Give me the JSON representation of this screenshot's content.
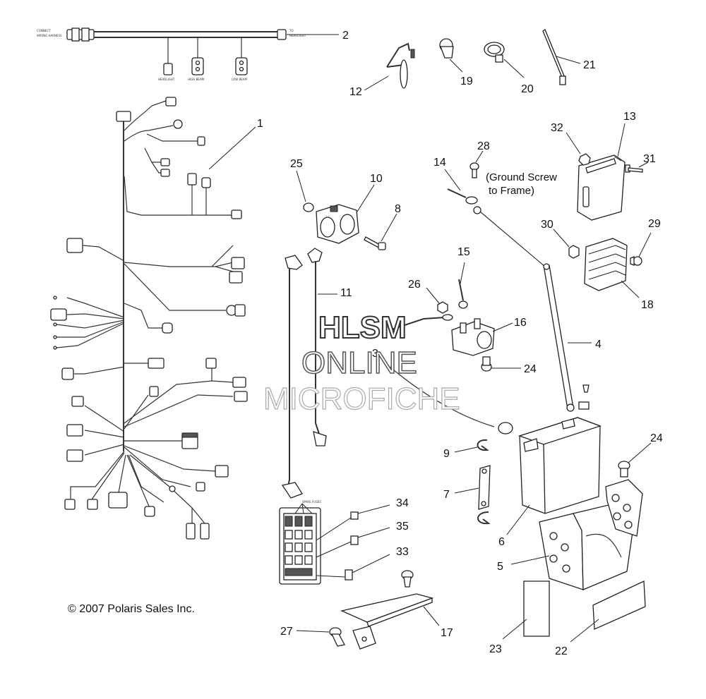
{
  "labels": {
    "p1": "1",
    "p2": "2",
    "p3": "3",
    "p4": "4",
    "p5": "5",
    "p6": "6",
    "p7": "7",
    "p8": "8",
    "p9": "9",
    "p10": "10",
    "p11": "11",
    "p12": "12",
    "p13": "13",
    "p14": "14",
    "p15": "15",
    "p16": "16",
    "p17": "17",
    "p18": "18",
    "p19": "19",
    "p20": "20",
    "p21": "21",
    "p22": "22",
    "p23": "23",
    "p24a": "24",
    "p24b": "24",
    "p25": "25",
    "p26": "26",
    "p27": "27",
    "p28": "28",
    "p29": "29",
    "p30": "30",
    "p31": "31",
    "p32": "32",
    "p33": "33",
    "p34": "34",
    "p35": "35"
  },
  "ground_note": {
    "line1": "(Ground Screw",
    "line2": "to Frame)"
  },
  "fuse_box_label": "SPARE FUSES",
  "copyright": "© 2007 Polaris Sales Inc.",
  "watermark": {
    "line1": "HLSM",
    "line2": "ONLINE",
    "line3": "MICROFICHE"
  },
  "colors": {
    "line": "#333333",
    "background": "#ffffff"
  }
}
